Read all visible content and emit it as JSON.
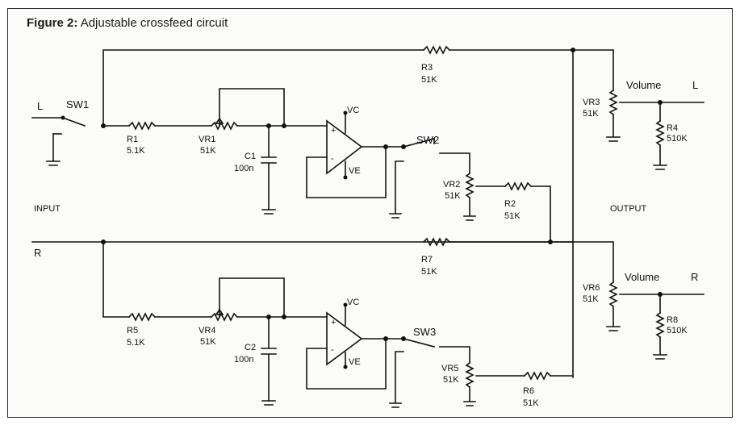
{
  "title": {
    "figure": "Figure 2:",
    "text": "Adjustable crossfeed circuit"
  },
  "labels": {
    "L_in": "L",
    "R_in": "R",
    "input": "INPUT",
    "output": "OUTPUT",
    "L_out": "L",
    "R_out": "R",
    "sw1": "SW1",
    "sw2": "SW2",
    "sw3": "SW3",
    "vol_top": "Volume",
    "vol_bot": "Volume",
    "vc_top": "VC",
    "ve_top": "VE",
    "vc_bot": "VC",
    "ve_bot": "VE",
    "plus": "+",
    "minus": "-"
  },
  "components": {
    "r1": {
      "name": "R1",
      "value": "5.1K"
    },
    "vr1": {
      "name": "VR1",
      "value": "51K"
    },
    "c1": {
      "name": "C1",
      "value": "100n"
    },
    "r3": {
      "name": "R3",
      "value": "51K"
    },
    "vr2": {
      "name": "VR2",
      "value": "51K"
    },
    "r2": {
      "name": "R2",
      "value": "51K"
    },
    "vr3": {
      "name": "VR3",
      "value": "51K"
    },
    "r4": {
      "name": "R4",
      "value": "510K"
    },
    "r5": {
      "name": "R5",
      "value": "5.1K"
    },
    "vr4": {
      "name": "VR4",
      "value": "51K"
    },
    "c2": {
      "name": "C2",
      "value": "100n"
    },
    "r7": {
      "name": "R7",
      "value": "51K"
    },
    "vr5": {
      "name": "VR5",
      "value": "51K"
    },
    "r6": {
      "name": "R6",
      "value": "51K"
    },
    "vr6": {
      "name": "VR6",
      "value": "51K"
    },
    "r8": {
      "name": "R8",
      "value": "510K"
    }
  }
}
